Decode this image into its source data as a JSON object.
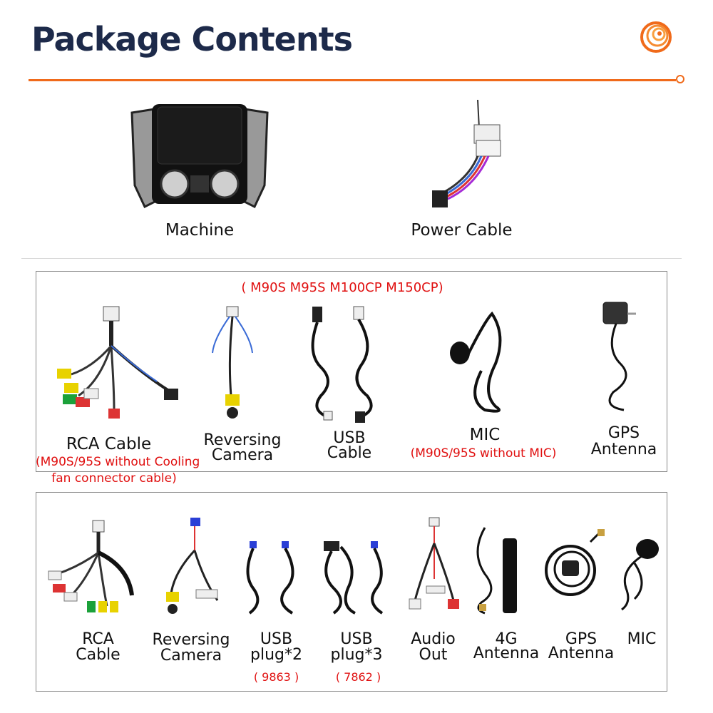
{
  "page_title": "Package Contents",
  "top_items": [
    {
      "label": "Machine"
    },
    {
      "label": "Power Cable"
    }
  ],
  "box1": {
    "models_note": "( M90S M95S M100CP M150CP)",
    "items": [
      {
        "label_line1": "RCA Cable",
        "note_line1": "(M90S/95S without Cooling",
        "note_line2": "fan connector cable)"
      },
      {
        "label_line1": "Reversing",
        "label_line2": "Camera"
      },
      {
        "label_line1": "USB",
        "label_line2": "Cable"
      },
      {
        "label_line1": "MIC",
        "note_line1": "(M90S/95S without MIC)"
      },
      {
        "label_line1": "GPS",
        "label_line2": "Antenna"
      }
    ]
  },
  "box2": {
    "items": [
      {
        "label_line1": "RCA",
        "label_line2": "Cable"
      },
      {
        "label_line1": "Reversing",
        "label_line2": "Camera"
      },
      {
        "label_line1": "USB",
        "label_line2": "plug*2",
        "code": "( 9863 )"
      },
      {
        "label_line1": "USB",
        "label_line2": "plug*3",
        "code": "( 7862 )"
      },
      {
        "label_line1": "Audio",
        "label_line2": "Out"
      },
      {
        "label_line1": "4G",
        "label_line2": "Antenna"
      },
      {
        "label_line1": "GPS",
        "label_line2": "Antenna"
      },
      {
        "label_line1": "MIC"
      }
    ]
  },
  "colors": {
    "accent": "#f06a1a",
    "title": "#1d2a4a",
    "note_red": "#e01010"
  }
}
